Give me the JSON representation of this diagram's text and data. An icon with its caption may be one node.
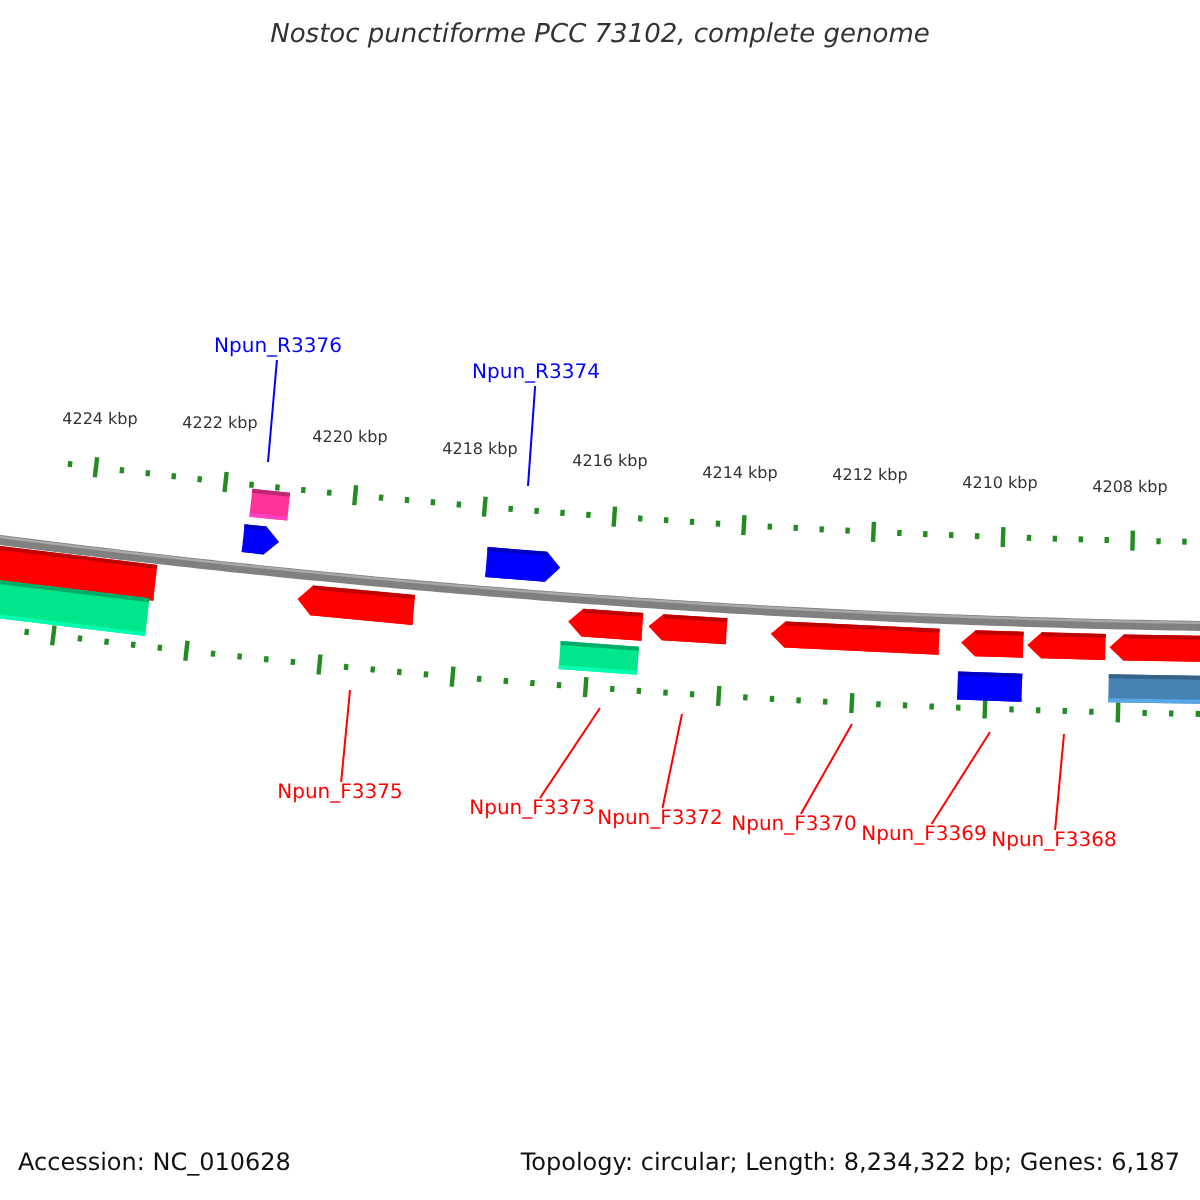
{
  "diagram": {
    "title": "Nostoc punctiforme PCC 73102, complete genome",
    "nodes": [
      {
        "text": [
          "Npun_R3376"
        ]
      },
      {
        "text": [
          "Npun_R3374"
        ]
      },
      {
        "text": [
          "Npun_F3375"
        ]
      },
      {
        "text": [
          "Npun_F3373"
        ]
      },
      {
        "text": [
          "Npun_F3372"
        ]
      },
      {
        "text": [
          "Npun_F3370"
        ]
      },
      {
        "text": [
          "Npun_F3369"
        ]
      },
      {
        "text": [
          "Npun_F3368"
        ]
      }
    ],
    "edges": [
      {
        "from": 0,
        "to": null,
        "arrow": "none",
        "color": "#0000ff"
      },
      {
        "from": 1,
        "to": null,
        "arrow": "none",
        "color": "#0000ff"
      },
      {
        "from": 2,
        "to": null,
        "arrow": "none"
      },
      {
        "from": 3,
        "to": null,
        "arrow": "none"
      },
      {
        "from": 4,
        "to": null,
        "arrow": "none"
      },
      {
        "from": 5,
        "to": null,
        "arrow": "none"
      },
      {
        "from": 6,
        "to": null,
        "arrow": "none"
      },
      {
        "from": 7,
        "to": null,
        "arrow": "none"
      }
    ],
    "labels": [
      "4224 kbp",
      "4222 kbp",
      "4220 kbp",
      "4218 kbp",
      "4216 kbp",
      "4214 kbp",
      "4212 kbp",
      "4210 kbp",
      "4208 kbp",
      "Accession: NC_010628",
      "Topology: circular; Length: 8,234,322 bp; Genes: 6,187"
    ]
  }
}
